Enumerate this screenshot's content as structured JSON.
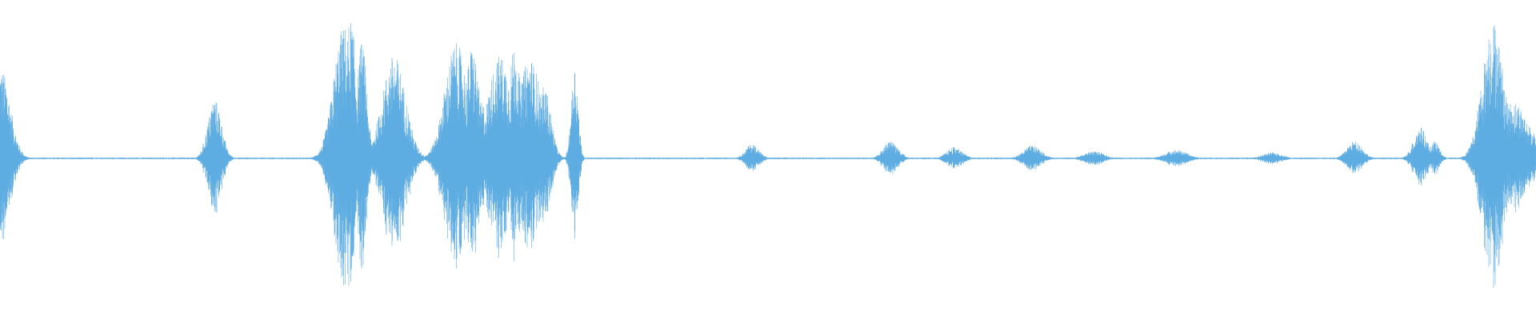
{
  "waveform": {
    "color": "#5DACE2",
    "background": "#FFFFFF",
    "segments": [
      {
        "center": 0,
        "width": 20,
        "amp": 0.65,
        "asym": 0.9
      },
      {
        "center": 268,
        "width": 14,
        "amp": 0.42,
        "asym": 0.85
      },
      {
        "center": 430,
        "width": 22,
        "amp": 0.92,
        "asym": 1.0
      },
      {
        "center": 438,
        "width": 12,
        "amp": 0.97,
        "asym": 1.0
      },
      {
        "center": 452,
        "width": 10,
        "amp": 0.82,
        "asym": 1.0
      },
      {
        "center": 478,
        "width": 8,
        "amp": 0.12,
        "asym": 1.0
      },
      {
        "center": 492,
        "width": 24,
        "amp": 0.72,
        "asym": 0.9
      },
      {
        "center": 570,
        "width": 24,
        "amp": 0.8,
        "asym": 1.0
      },
      {
        "center": 590,
        "width": 14,
        "amp": 0.78,
        "asym": 1.0
      },
      {
        "center": 602,
        "width": 10,
        "amp": 0.4,
        "asym": 1.0
      },
      {
        "center": 625,
        "width": 26,
        "amp": 0.72,
        "asym": 0.8
      },
      {
        "center": 643,
        "width": 12,
        "amp": 0.8,
        "asym": 0.95
      },
      {
        "center": 662,
        "width": 24,
        "amp": 0.7,
        "asym": 0.85
      },
      {
        "center": 680,
        "width": 14,
        "amp": 0.5,
        "asym": 0.8
      },
      {
        "center": 718,
        "width": 7,
        "amp": 0.66,
        "asym": 0.75
      },
      {
        "center": 940,
        "width": 14,
        "amp": 0.1,
        "asym": 1.0
      },
      {
        "center": 1113,
        "width": 16,
        "amp": 0.12,
        "asym": 1.0
      },
      {
        "center": 1193,
        "width": 16,
        "amp": 0.08,
        "asym": 1.0
      },
      {
        "center": 1290,
        "width": 18,
        "amp": 0.09,
        "asym": 1.0
      },
      {
        "center": 1367,
        "width": 20,
        "amp": 0.05,
        "asym": 1.0
      },
      {
        "center": 1470,
        "width": 22,
        "amp": 0.06,
        "asym": 1.0
      },
      {
        "center": 1590,
        "width": 20,
        "amp": 0.04,
        "asym": 1.0
      },
      {
        "center": 1693,
        "width": 16,
        "amp": 0.12,
        "asym": 1.0
      },
      {
        "center": 1775,
        "width": 14,
        "amp": 0.22,
        "asym": 1.0
      },
      {
        "center": 1793,
        "width": 10,
        "amp": 0.12,
        "asym": 1.0
      },
      {
        "center": 1866,
        "width": 22,
        "amp": 0.97,
        "asym": 1.0
      },
      {
        "center": 1892,
        "width": 30,
        "amp": 0.4,
        "asym": 1.0
      },
      {
        "center": 1910,
        "width": 20,
        "amp": 0.22,
        "asym": 1.0
      }
    ]
  }
}
